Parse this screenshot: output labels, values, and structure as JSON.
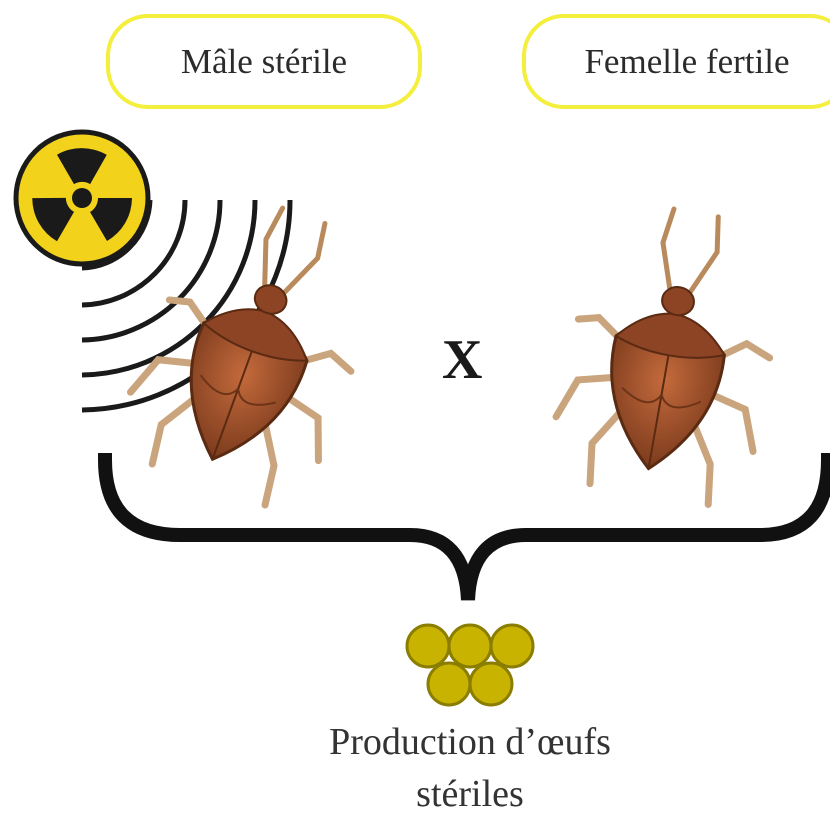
{
  "labels": {
    "male": "Mâle stérile",
    "female": "Femelle fertile",
    "cross": "X",
    "result_line1": "Production d’œufs",
    "result_line2": "stériles"
  },
  "colors": {
    "pill_border": "#f4ee3c",
    "radiation_yellow": "#f2d21a",
    "bug_body": "#a0522d",
    "bug_dark": "#6e3418",
    "legs": "#c9a47c",
    "egg": "#c8b400",
    "egg_border": "#8a7d00",
    "brace": "#111111"
  },
  "icons": [
    "radiation-icon",
    "radiation-waves-icon",
    "stink-bug-icon",
    "egg-icon",
    "curly-brace-icon"
  ]
}
